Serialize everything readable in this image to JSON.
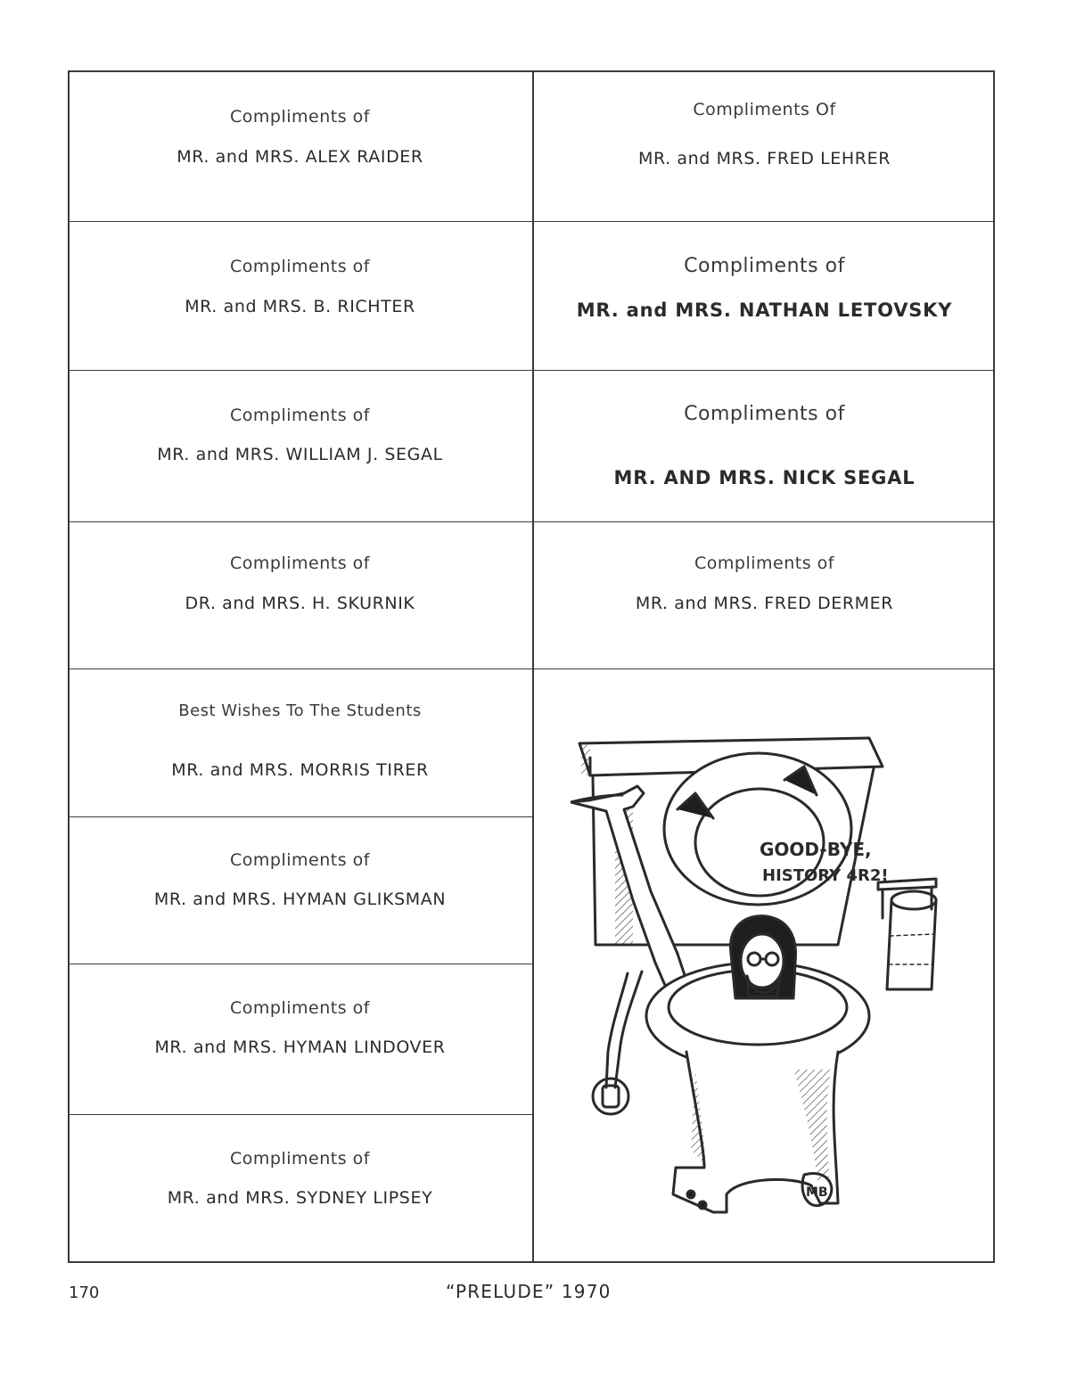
{
  "ads": [
    {
      "line1": "Compliments of",
      "line2": "MR. and MRS. ALEX RAIDER"
    },
    {
      "line1": "Compliments Of",
      "line2": "MR. and MRS. FRED LEHRER"
    },
    {
      "line1": "Compliments of",
      "line2": "MR. and MRS. B. RICHTER"
    },
    {
      "line1": "Compliments of",
      "line2": "MR. and MRS. NATHAN LETOVSKY"
    },
    {
      "line1": "Compliments of",
      "line2": "MR. and MRS. WILLIAM J. SEGAL"
    },
    {
      "line1": "Compliments of",
      "line2": "MR. AND MRS. NICK SEGAL"
    },
    {
      "line1": "Compliments of",
      "line2": "DR. and MRS. H. SKURNIK"
    },
    {
      "line1": "Compliments of",
      "line2": "MR. and MRS. FRED DERMER"
    },
    {
      "line1": "Best Wishes To The Students",
      "line2": "MR. and MRS. MORRIS TIRER"
    },
    {
      "line1": "Compliments of",
      "line2": "MR. and MRS. HYMAN GLIKSMAN"
    },
    {
      "line1": "Compliments of",
      "line2": "MR. and MRS. HYMAN LINDOVER"
    },
    {
      "line1": "Compliments of",
      "line2": "MR. and MRS. SYDNEY LIPSEY"
    }
  ],
  "cartoon": {
    "sign_line1": "GOOD-BYE,",
    "sign_line2": "HISTORY 4R2!",
    "initials": "MB"
  },
  "footer": {
    "page_number": "170",
    "publication": "“PRELUDE”  1970"
  }
}
